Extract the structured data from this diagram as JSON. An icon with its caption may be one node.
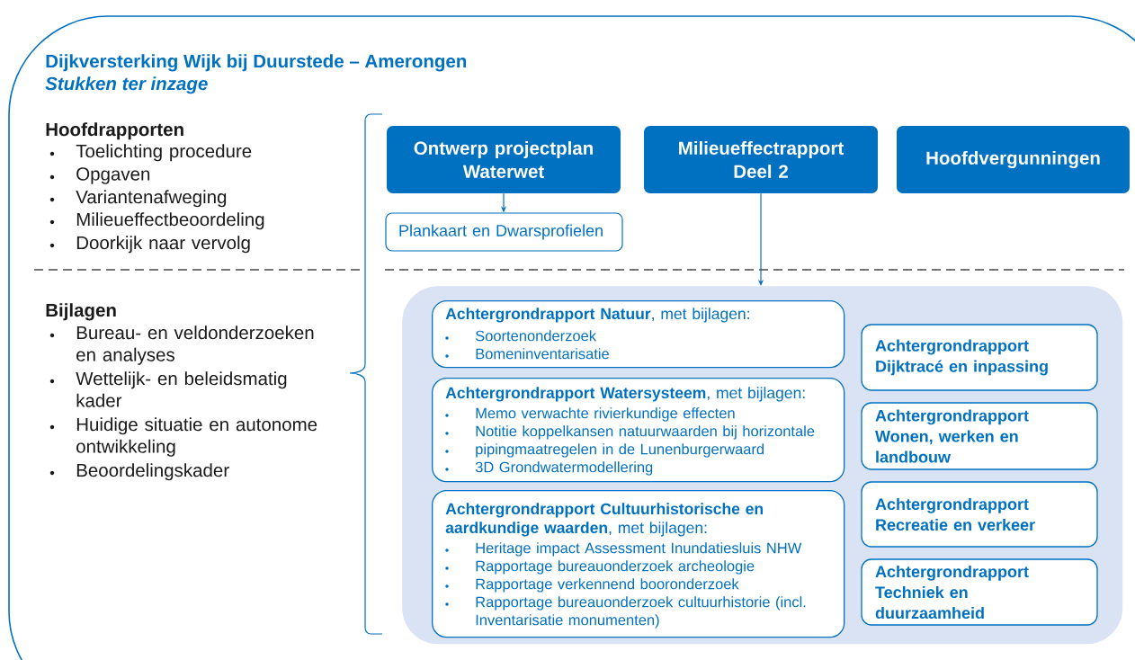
{
  "diagram": {
    "title": "Dijkversterking Wijk bij Duurstede – Amerongen",
    "nodes": [
      {
        "text": [
          "Ontwerp projectplan Waterwet"
        ]
      },
      {
        "text": [
          "Milieueffectrapport Deel 2"
        ]
      },
      {
        "text": [
          "Hoofdvergunningen"
        ]
      },
      {
        "text": [
          "Plankaart en Dwarsprofielen"
        ]
      },
      {
        "text": [],
        "shape": "box"
      },
      {
        "text": [
          "**Achtergrondrapport Natuur**, met bijlagen:",
          "Soortenonderzoek",
          "Bomeninventarisatie"
        ],
        "in": 4
      },
      {
        "text": [
          "**Achtergrondrapport Watersysteem**, met bijlagen:",
          "Memo verwachte rivierkundige effecten",
          "Notitie koppelkansen natuurwaarden bij horizontale",
          "pipingmaatregelen in de Lunenburgerwaard",
          "3D Grondwatermodellering"
        ],
        "in": 4
      },
      {
        "text": [
          "**Achtergrondrapport Cultuurhistorische en aardkundige waarden**, met bijlagen:",
          "Heritage impact Assessment Inundatiesluis NHW",
          "Rapportage bureauonderzoek archeologie",
          "Rapportage verkennend booronderzoek",
          "Rapportage bureauonderzoek cultuurhistorie (incl. Inventarisatie monumenten)"
        ],
        "in": 4
      },
      {
        "text": [
          "Achtergrondrapport Dijktracé en inpassing"
        ],
        "in": 4
      },
      {
        "text": [
          "Achtergrondrapport Wonen, werken en landbouw"
        ],
        "in": 4
      },
      {
        "text": [
          "Achtergrondrapport Recreatie en verkeer"
        ],
        "in": 4
      },
      {
        "text": [
          "Achtergrondrapport Techniek en duurzaamheid"
        ],
        "in": 4
      }
    ],
    "edges": [
      {
        "from": 0,
        "to": 3,
        "arrow": "to"
      },
      {
        "from": 1,
        "to": 4,
        "arrow": "to"
      }
    ],
    "labels": [
      "Stukken ter inzage",
      "Hoofdrapporten",
      "Toelichting procedure",
      "Opgaven",
      "Variantenafweging",
      "Milieueffectbeoordeling",
      "Doorkijk naar vervolg",
      "Bijlagen",
      "Bureau- en veldonderzoeken en analyses",
      "Wettelijk- en beleidsmatig kader",
      "Huidige situatie en autonome ontwikkeling",
      "Beoordelingskader"
    ]
  }
}
